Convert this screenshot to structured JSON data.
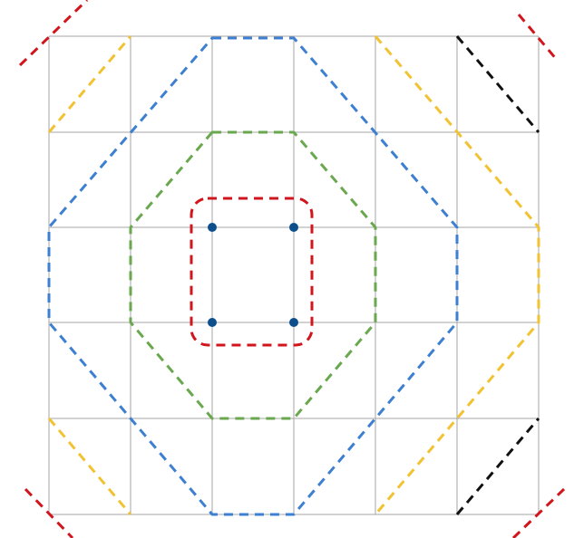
{
  "diagram": {
    "grid": {
      "rows": 5,
      "cols": 6,
      "line_color": "#a6a6a6"
    },
    "colors": {
      "red": "#d0161c",
      "green": "#6aa84f",
      "blue": "#3d7fd0",
      "yellow": "#f1c232",
      "black": "#111111",
      "point": "#0c4f8c"
    },
    "points": [
      {
        "col": 2,
        "row": 2
      },
      {
        "col": 3,
        "row": 2
      },
      {
        "col": 2,
        "row": 3
      },
      {
        "col": 3,
        "row": 3
      }
    ]
  }
}
